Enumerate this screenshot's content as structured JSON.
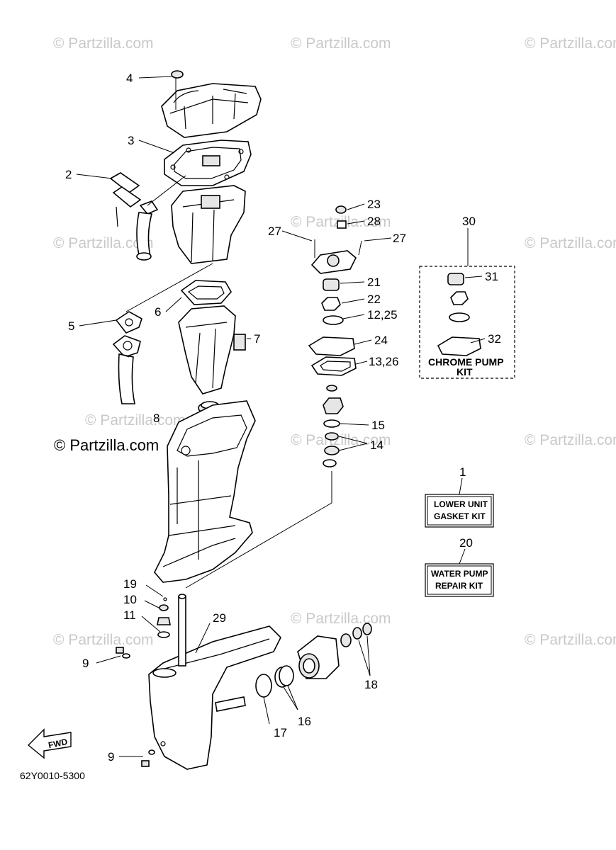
{
  "watermarks": [
    "© Partzilla.com",
    "© Partzilla.com",
    "© Partzilla.com",
    "© Partzilla.com",
    "© Partzilla.com",
    "© Partzilla.com",
    "© Partzilla.com",
    "© Partzilla.com",
    "© Partzilla.com",
    "© Partzilla.com",
    "© Partzilla.com",
    "© Partzilla.com"
  ],
  "main_watermark": "© Partzilla.com",
  "callouts": {
    "c1": "1",
    "c2": "2",
    "c3": "3",
    "c4": "4",
    "c5": "5",
    "c6": "6",
    "c7": "7",
    "c8": "8",
    "c9a": "9",
    "c9b": "9",
    "c10": "10",
    "c11": "11",
    "c12_25": "12,25",
    "c13_26": "13,26",
    "c14": "14",
    "c15": "15",
    "c16": "16",
    "c17": "17",
    "c18": "18",
    "c19": "19",
    "c20": "20",
    "c21": "21",
    "c22": "22",
    "c23": "23",
    "c24": "24",
    "c27a": "27",
    "c27b": "27",
    "c28": "28",
    "c29": "29",
    "c30": "30",
    "c31": "31",
    "c32": "32"
  },
  "kits": {
    "chrome_pump_line1": "CHROME PUMP",
    "chrome_pump_line2": "KIT",
    "lower_unit_line1": "LOWER UNIT",
    "lower_unit_line2": "GASKET KIT",
    "water_pump_line1": "WATER PUMP",
    "water_pump_line2": "REPAIR KIT"
  },
  "fwd_label": "FWD",
  "diagram_code": "62Y0010-5300"
}
